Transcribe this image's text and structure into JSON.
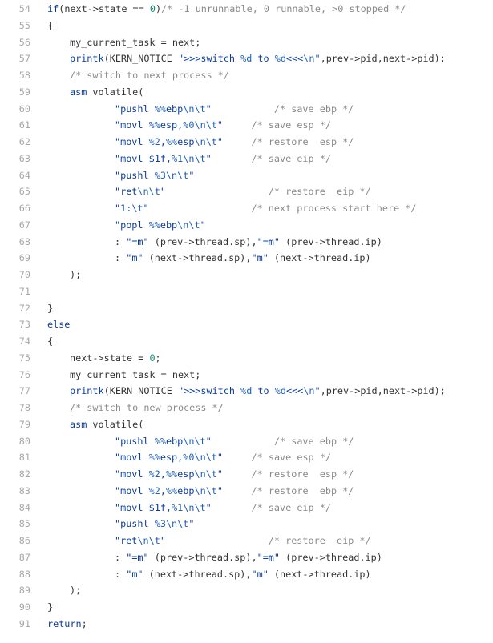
{
  "editor": {
    "colors": {
      "background": "#ffffff",
      "line_number": "#a8a8a8",
      "plain": "#333333",
      "keyword": "#0a3da0",
      "number": "#0c8a72",
      "string": "#0a3da0",
      "escape": "#1f5fb8",
      "comment": "#8a8a8a"
    },
    "lines": [
      {
        "number": "54",
        "indent": 1,
        "tokens": [
          [
            "kw",
            "if"
          ],
          [
            "plain",
            "(next->state == "
          ],
          [
            "num",
            "0"
          ],
          [
            "plain",
            ")"
          ],
          [
            "com",
            "/* -1 unrunnable, 0 runnable, >0 stopped */"
          ]
        ]
      },
      {
        "number": "55",
        "indent": 1,
        "tokens": [
          [
            "plain",
            "{"
          ]
        ]
      },
      {
        "number": "56",
        "indent": 2,
        "tokens": [
          [
            "plain",
            "my_current_task = next;"
          ]
        ]
      },
      {
        "number": "57",
        "indent": 2,
        "tokens": [
          [
            "fn",
            "printk"
          ],
          [
            "plain",
            "(KERN_NOTICE "
          ],
          [
            "str",
            "\">>>switch "
          ],
          [
            "esc",
            "%d"
          ],
          [
            "str",
            " to "
          ],
          [
            "esc",
            "%d"
          ],
          [
            "str",
            "<<<"
          ],
          [
            "esc",
            "\\n"
          ],
          [
            "str",
            "\""
          ],
          [
            "plain",
            ",prev->pid,next->pid);"
          ]
        ]
      },
      {
        "number": "58",
        "indent": 2,
        "tokens": [
          [
            "com",
            "/* switch to next process */"
          ]
        ]
      },
      {
        "number": "59",
        "indent": 2,
        "tokens": [
          [
            "kw",
            "asm"
          ],
          [
            "plain",
            " volatile("
          ]
        ]
      },
      {
        "number": "60",
        "indent": 4,
        "tokens": [
          [
            "str",
            "\"pushl "
          ],
          [
            "esc",
            "%%"
          ],
          [
            "str",
            "ebp"
          ],
          [
            "esc",
            "\\n\\t"
          ],
          [
            "str",
            "\""
          ],
          [
            "plain",
            "           "
          ],
          [
            "com",
            "/* save ebp */"
          ]
        ]
      },
      {
        "number": "61",
        "indent": 4,
        "tokens": [
          [
            "str",
            "\"movl "
          ],
          [
            "esc",
            "%%"
          ],
          [
            "str",
            "esp,"
          ],
          [
            "esc",
            "%0"
          ],
          [
            "esc",
            "\\n\\t"
          ],
          [
            "str",
            "\""
          ],
          [
            "plain",
            "     "
          ],
          [
            "com",
            "/* save esp */"
          ]
        ]
      },
      {
        "number": "62",
        "indent": 4,
        "tokens": [
          [
            "str",
            "\"movl "
          ],
          [
            "esc",
            "%2"
          ],
          [
            "str",
            ","
          ],
          [
            "esc",
            "%%"
          ],
          [
            "str",
            "esp"
          ],
          [
            "esc",
            "\\n\\t"
          ],
          [
            "str",
            "\""
          ],
          [
            "plain",
            "     "
          ],
          [
            "com",
            "/* restore  esp */"
          ]
        ]
      },
      {
        "number": "63",
        "indent": 4,
        "tokens": [
          [
            "str",
            "\"movl $1f,"
          ],
          [
            "esc",
            "%1"
          ],
          [
            "esc",
            "\\n\\t"
          ],
          [
            "str",
            "\""
          ],
          [
            "plain",
            "       "
          ],
          [
            "com",
            "/* save eip */"
          ]
        ]
      },
      {
        "number": "64",
        "indent": 4,
        "tokens": [
          [
            "str",
            "\"pushl "
          ],
          [
            "esc",
            "%3"
          ],
          [
            "esc",
            "\\n\\t"
          ],
          [
            "str",
            "\""
          ]
        ]
      },
      {
        "number": "65",
        "indent": 4,
        "tokens": [
          [
            "str",
            "\"ret"
          ],
          [
            "esc",
            "\\n\\t"
          ],
          [
            "str",
            "\""
          ],
          [
            "plain",
            "                  "
          ],
          [
            "com",
            "/* restore  eip */"
          ]
        ]
      },
      {
        "number": "66",
        "indent": 4,
        "tokens": [
          [
            "str",
            "\"1:"
          ],
          [
            "esc",
            "\\t"
          ],
          [
            "str",
            "\""
          ],
          [
            "plain",
            "                  "
          ],
          [
            "com",
            "/* next process start here */"
          ]
        ]
      },
      {
        "number": "67",
        "indent": 4,
        "tokens": [
          [
            "str",
            "\"popl "
          ],
          [
            "esc",
            "%%"
          ],
          [
            "str",
            "ebp"
          ],
          [
            "esc",
            "\\n\\t"
          ],
          [
            "str",
            "\""
          ]
        ]
      },
      {
        "number": "68",
        "indent": 4,
        "tokens": [
          [
            "plain",
            ": "
          ],
          [
            "str",
            "\"=m\""
          ],
          [
            "plain",
            " (prev->thread.sp),"
          ],
          [
            "str",
            "\"=m\""
          ],
          [
            "plain",
            " (prev->thread.ip)"
          ]
        ]
      },
      {
        "number": "69",
        "indent": 4,
        "tokens": [
          [
            "plain",
            ": "
          ],
          [
            "str",
            "\"m\""
          ],
          [
            "plain",
            " (next->thread.sp),"
          ],
          [
            "str",
            "\"m\""
          ],
          [
            "plain",
            " (next->thread.ip)"
          ]
        ]
      },
      {
        "number": "70",
        "indent": 2,
        "tokens": [
          [
            "plain",
            ");"
          ]
        ]
      },
      {
        "number": "71",
        "indent": 0,
        "tokens": []
      },
      {
        "number": "72",
        "indent": 1,
        "tokens": [
          [
            "plain",
            "}"
          ]
        ]
      },
      {
        "number": "73",
        "indent": 1,
        "tokens": [
          [
            "kw",
            "else"
          ]
        ]
      },
      {
        "number": "74",
        "indent": 1,
        "tokens": [
          [
            "plain",
            "{"
          ]
        ]
      },
      {
        "number": "75",
        "indent": 2,
        "tokens": [
          [
            "plain",
            "next->state = "
          ],
          [
            "num",
            "0"
          ],
          [
            "plain",
            ";"
          ]
        ]
      },
      {
        "number": "76",
        "indent": 2,
        "tokens": [
          [
            "plain",
            "my_current_task = next;"
          ]
        ]
      },
      {
        "number": "77",
        "indent": 2,
        "tokens": [
          [
            "fn",
            "printk"
          ],
          [
            "plain",
            "(KERN_NOTICE "
          ],
          [
            "str",
            "\">>>switch "
          ],
          [
            "esc",
            "%d"
          ],
          [
            "str",
            " to "
          ],
          [
            "esc",
            "%d"
          ],
          [
            "str",
            "<<<"
          ],
          [
            "esc",
            "\\n"
          ],
          [
            "str",
            "\""
          ],
          [
            "plain",
            ",prev->pid,next->pid);"
          ]
        ]
      },
      {
        "number": "78",
        "indent": 2,
        "tokens": [
          [
            "com",
            "/* switch to new process */"
          ]
        ]
      },
      {
        "number": "79",
        "indent": 2,
        "tokens": [
          [
            "kw",
            "asm"
          ],
          [
            "plain",
            " volatile("
          ]
        ]
      },
      {
        "number": "80",
        "indent": 4,
        "tokens": [
          [
            "str",
            "\"pushl "
          ],
          [
            "esc",
            "%%"
          ],
          [
            "str",
            "ebp"
          ],
          [
            "esc",
            "\\n\\t"
          ],
          [
            "str",
            "\""
          ],
          [
            "plain",
            "           "
          ],
          [
            "com",
            "/* save ebp */"
          ]
        ]
      },
      {
        "number": "81",
        "indent": 4,
        "tokens": [
          [
            "str",
            "\"movl "
          ],
          [
            "esc",
            "%%"
          ],
          [
            "str",
            "esp,"
          ],
          [
            "esc",
            "%0"
          ],
          [
            "esc",
            "\\n\\t"
          ],
          [
            "str",
            "\""
          ],
          [
            "plain",
            "     "
          ],
          [
            "com",
            "/* save esp */"
          ]
        ]
      },
      {
        "number": "82",
        "indent": 4,
        "tokens": [
          [
            "str",
            "\"movl "
          ],
          [
            "esc",
            "%2"
          ],
          [
            "str",
            ","
          ],
          [
            "esc",
            "%%"
          ],
          [
            "str",
            "esp"
          ],
          [
            "esc",
            "\\n\\t"
          ],
          [
            "str",
            "\""
          ],
          [
            "plain",
            "     "
          ],
          [
            "com",
            "/* restore  esp */"
          ]
        ]
      },
      {
        "number": "83",
        "indent": 4,
        "tokens": [
          [
            "str",
            "\"movl "
          ],
          [
            "esc",
            "%2"
          ],
          [
            "str",
            ","
          ],
          [
            "esc",
            "%%"
          ],
          [
            "str",
            "ebp"
          ],
          [
            "esc",
            "\\n\\t"
          ],
          [
            "str",
            "\""
          ],
          [
            "plain",
            "     "
          ],
          [
            "com",
            "/* restore  ebp */"
          ]
        ]
      },
      {
        "number": "84",
        "indent": 4,
        "tokens": [
          [
            "str",
            "\"movl $1f,"
          ],
          [
            "esc",
            "%1"
          ],
          [
            "esc",
            "\\n\\t"
          ],
          [
            "str",
            "\""
          ],
          [
            "plain",
            "       "
          ],
          [
            "com",
            "/* save eip */"
          ]
        ]
      },
      {
        "number": "85",
        "indent": 4,
        "tokens": [
          [
            "str",
            "\"pushl "
          ],
          [
            "esc",
            "%3"
          ],
          [
            "esc",
            "\\n\\t"
          ],
          [
            "str",
            "\""
          ]
        ]
      },
      {
        "number": "86",
        "indent": 4,
        "tokens": [
          [
            "str",
            "\"ret"
          ],
          [
            "esc",
            "\\n\\t"
          ],
          [
            "str",
            "\""
          ],
          [
            "plain",
            "                  "
          ],
          [
            "com",
            "/* restore  eip */"
          ]
        ]
      },
      {
        "number": "87",
        "indent": 4,
        "tokens": [
          [
            "plain",
            ": "
          ],
          [
            "str",
            "\"=m\""
          ],
          [
            "plain",
            " (prev->thread.sp),"
          ],
          [
            "str",
            "\"=m\""
          ],
          [
            "plain",
            " (prev->thread.ip)"
          ]
        ]
      },
      {
        "number": "88",
        "indent": 4,
        "tokens": [
          [
            "plain",
            ": "
          ],
          [
            "str",
            "\"m\""
          ],
          [
            "plain",
            " (next->thread.sp),"
          ],
          [
            "str",
            "\"m\""
          ],
          [
            "plain",
            " (next->thread.ip)"
          ]
        ]
      },
      {
        "number": "89",
        "indent": 2,
        "tokens": [
          [
            "plain",
            ");"
          ]
        ]
      },
      {
        "number": "90",
        "indent": 1,
        "tokens": [
          [
            "plain",
            "}"
          ]
        ]
      },
      {
        "number": "91",
        "indent": 1,
        "tokens": [
          [
            "kw",
            "return"
          ],
          [
            "plain",
            ";"
          ]
        ]
      }
    ]
  }
}
